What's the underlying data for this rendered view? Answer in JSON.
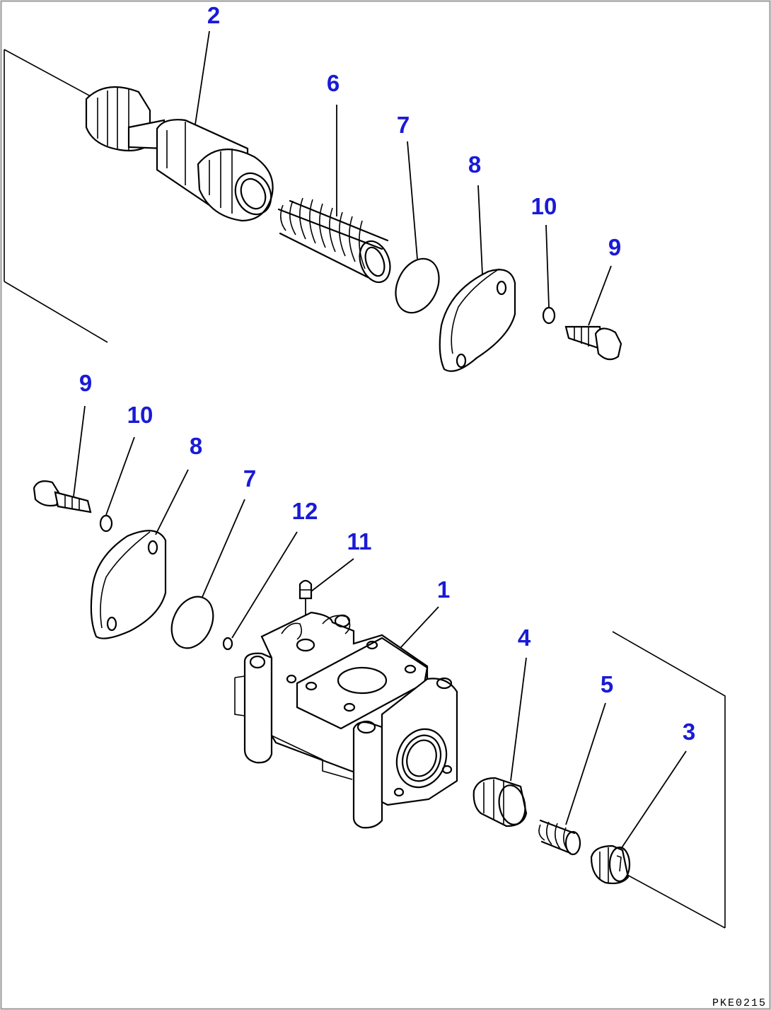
{
  "callouts": {
    "c2": "2",
    "c6": "6",
    "c7_top": "7",
    "c8_top": "8",
    "c10_top": "10",
    "c9_top": "9",
    "c9_left": "9",
    "c10_left": "10",
    "c8_left": "8",
    "c7_left": "7",
    "c12": "12",
    "c11": "11",
    "c1": "1",
    "c4": "4",
    "c5": "5",
    "c3": "3"
  },
  "figure_code": "PKE0215",
  "colors": {
    "callout": "#1a1ad6",
    "line": "#000000",
    "frame": "#999999"
  }
}
